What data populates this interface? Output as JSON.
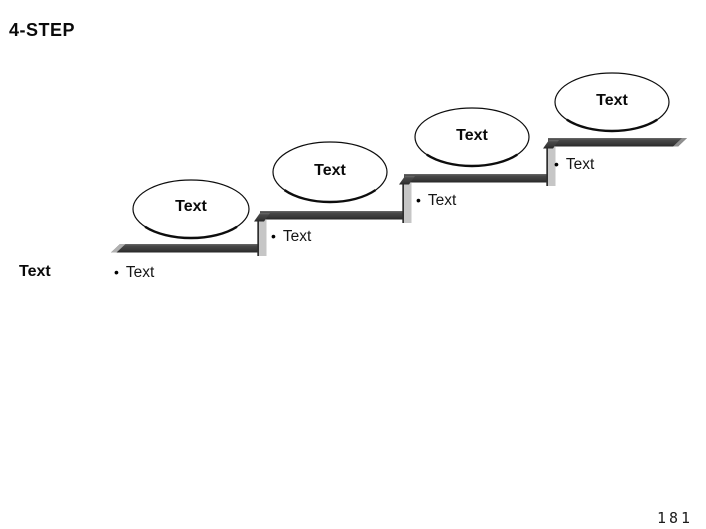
{
  "slide": {
    "title": "4-STEP",
    "page_number": "181",
    "side_label": "Text",
    "bullet_char": "•"
  },
  "steps": [
    {
      "ellipse_label": "Text",
      "bullet_label": "Text"
    },
    {
      "ellipse_label": "Text",
      "bullet_label": "Text"
    },
    {
      "ellipse_label": "Text",
      "bullet_label": "Text"
    },
    {
      "ellipse_label": "Text",
      "bullet_label": "Text"
    }
  ],
  "colors": {
    "riser_light": "#c6c6c6",
    "end_cap_light": "#b0b0b0",
    "end_cap_right": "#8f8f8f",
    "outline_dark": "#2f2f2f",
    "ellipse_stroke": "#0d0d0d",
    "ellipse_fill": "#ffffff"
  }
}
